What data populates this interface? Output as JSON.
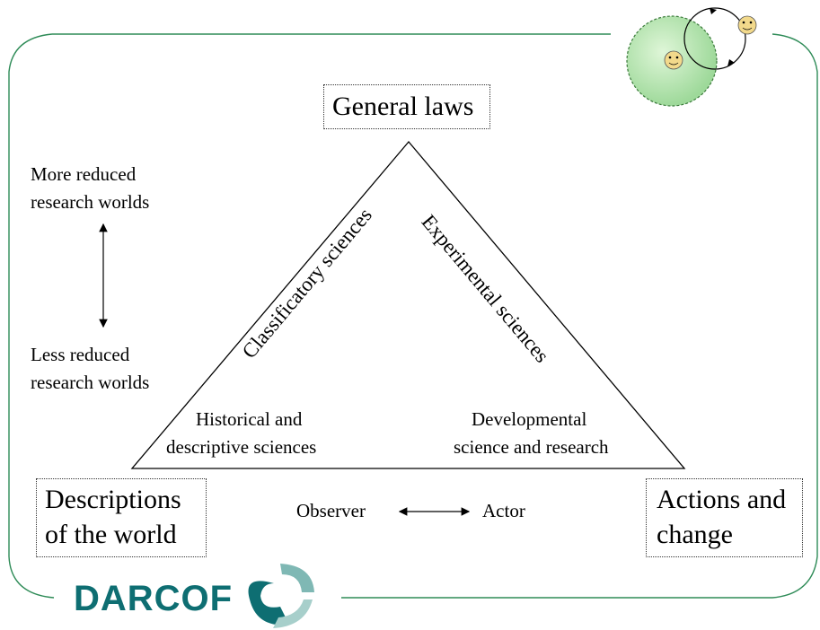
{
  "diagram": {
    "top_box": "General laws",
    "left_box": [
      "Descriptions",
      "of the world"
    ],
    "right_box": [
      "Actions and",
      "change"
    ],
    "left_side_label": "Classificatory sciences",
    "right_side_label": "Experimental sciences",
    "inner_left": [
      "Historical and",
      "descriptive sciences"
    ],
    "inner_right": [
      "Developmental",
      "science and research"
    ],
    "scale_top": [
      "More reduced",
      "research worlds"
    ],
    "scale_bottom": [
      "Less reduced",
      "research worlds"
    ],
    "observer": "Observer",
    "actor": "Actor"
  },
  "brand": {
    "name": "DARCOF",
    "colors": {
      "frame": "#2e8b57",
      "logo": "#0e6e72",
      "circle": "#b6e6b0"
    }
  }
}
